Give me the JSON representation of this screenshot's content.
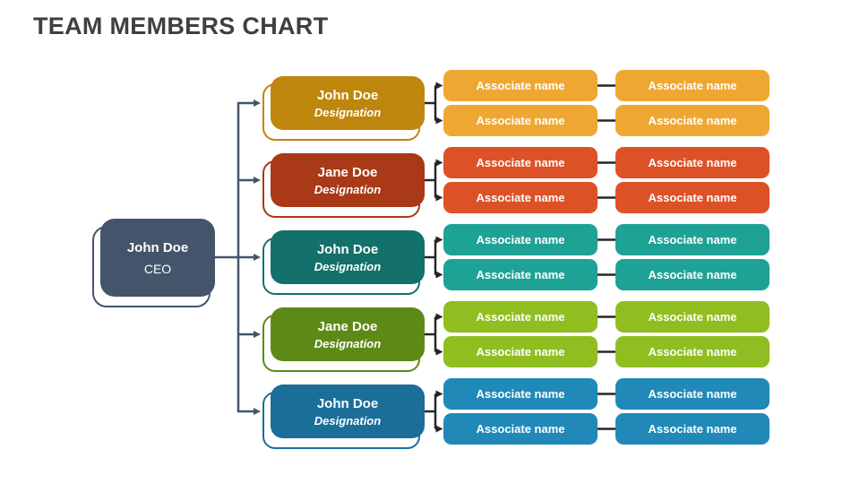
{
  "title": "TEAM MEMBERS CHART",
  "colors": {
    "background": "#FFFFFF",
    "title_text": "#3F3F3F",
    "box_text": "#FFFFFF",
    "connector_primary": "#44546A",
    "connector_secondary": "#262626"
  },
  "ceo": {
    "name": "John Doe",
    "role": "CEO",
    "fill": "#44546A"
  },
  "groups": [
    {
      "manager_name": "John Doe",
      "manager_designation": "Designation",
      "manager_fill": "#BF860E",
      "associate_fill": "#EFA733",
      "associates": [
        "Associate name",
        "Associate name",
        "Associate name",
        "Associate name"
      ]
    },
    {
      "manager_name": "Jane Doe",
      "manager_designation": "Designation",
      "manager_fill": "#A93917",
      "associate_fill": "#DD5126",
      "associates": [
        "Associate name",
        "Associate name",
        "Associate name",
        "Associate name"
      ]
    },
    {
      "manager_name": "John Doe",
      "manager_designation": "Designation",
      "manager_fill": "#13706A",
      "associate_fill": "#1EA295",
      "associates": [
        "Associate name",
        "Associate name",
        "Associate name",
        "Associate name"
      ]
    },
    {
      "manager_name": "Jane Doe",
      "manager_designation": "Designation",
      "manager_fill": "#5D8A17",
      "associate_fill": "#90BE20",
      "associates": [
        "Associate name",
        "Associate name",
        "Associate name",
        "Associate name"
      ]
    },
    {
      "manager_name": "John Doe",
      "manager_designation": "Designation",
      "manager_fill": "#1A6E98",
      "associate_fill": "#2089B8",
      "associates": [
        "Associate name",
        "Associate name",
        "Associate name",
        "Associate name"
      ]
    }
  ]
}
